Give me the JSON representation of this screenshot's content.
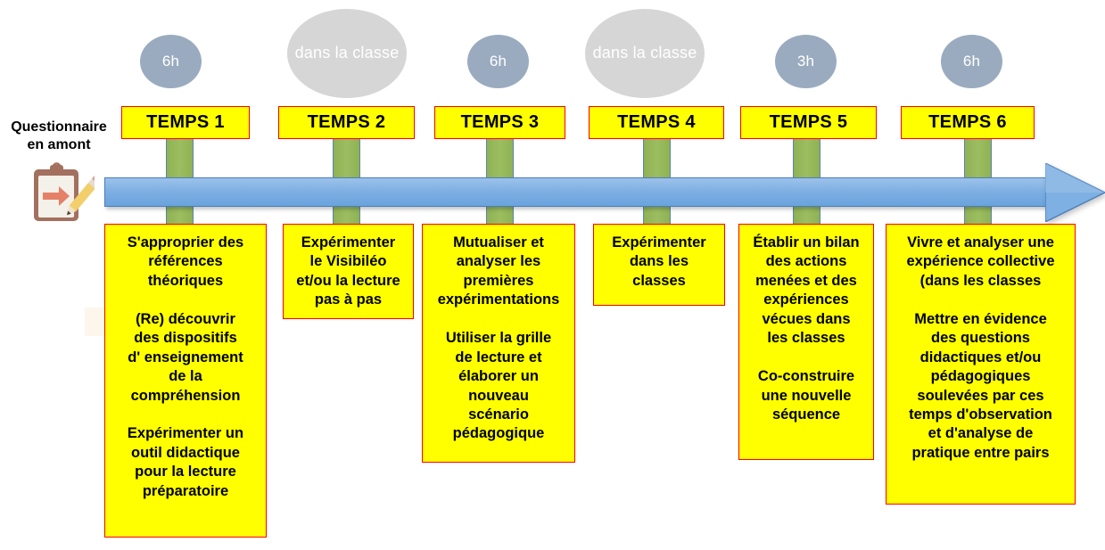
{
  "side": {
    "label": "Questionnaire\nen amont",
    "icon": "clipboard-arrow-pencil-icon"
  },
  "timeline": {
    "arrow_name": "timeline-arrow",
    "direction": "left-to-right",
    "color": "#7fb0e3"
  },
  "colors": {
    "box_fill": "#ffff00",
    "box_border": "#ff0000",
    "connector": "#95b84f",
    "ellipse_hours": "#9aabc0",
    "ellipse_context": "#d6d6d6",
    "arrow": "#7fb0e3"
  },
  "phases": [
    {
      "id": 1,
      "badge": "6h",
      "badge_type": "hours",
      "title": "TEMPS 1",
      "content": "S'approprier des\nréférences\nthéoriques\n\n(Re) découvrir\ndes dispositifs\nd' enseignement\nde la\ncompréhension\n\nExpérimenter un\noutil didactique\npour la lecture\npréparatoire"
    },
    {
      "id": 2,
      "badge": "dans la\nclasse",
      "badge_type": "context",
      "title": "TEMPS 2",
      "content": "Expérimenter\nle Visibiléo\net/ou la lecture\npas à pas"
    },
    {
      "id": 3,
      "badge": "6h",
      "badge_type": "hours",
      "title": "TEMPS 3",
      "content": "Mutualiser et\nanalyser les\npremières\nexpérimentations\n\nUtiliser la grille\nde lecture et\nélaborer un\nnouveau\nscénario\npédagogique"
    },
    {
      "id": 4,
      "badge": "dans la\nclasse",
      "badge_type": "context",
      "title": "TEMPS 4",
      "content": "Expérimenter\ndans les\nclasses"
    },
    {
      "id": 5,
      "badge": "3h",
      "badge_type": "hours",
      "title": "TEMPS 5",
      "content": "Établir un bilan\ndes actions\nmenées et des\nexpériences\nvécues dans\nles classes\n\nCo-construire\nune nouvelle\nséquence"
    },
    {
      "id": 6,
      "badge": "6h",
      "badge_type": "hours",
      "title": "TEMPS 6",
      "content": "Vivre et analyser une\nexpérience collective\n(dans les classes\n\nMettre en évidence\ndes questions\ndidactiques et/ou\npédagogiques\nsoulevées par ces\ntemps d'observation\net d'analyse de\npratique entre pairs"
    }
  ]
}
